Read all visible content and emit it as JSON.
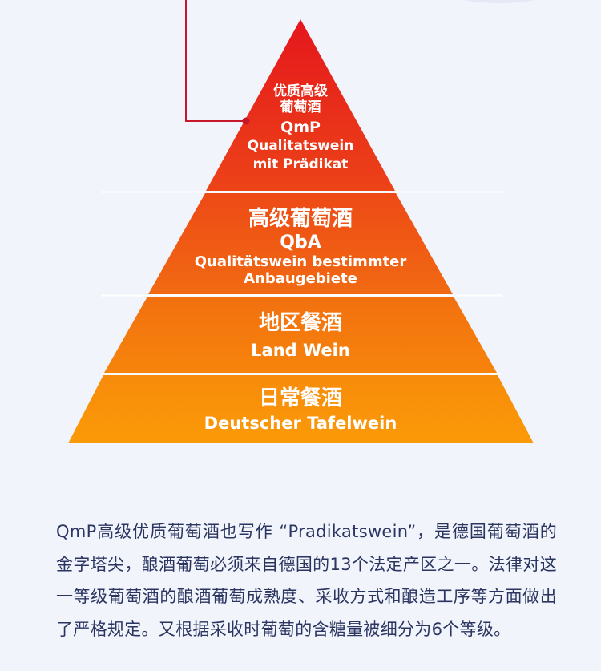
{
  "pyramid": {
    "tiers": [
      {
        "zh": "优质高级\n葡萄酒",
        "code": "QmP",
        "de": "Qualitatswein\nmit Prädikat",
        "color_top": "#e5161c",
        "color_bottom": "#ec4318"
      },
      {
        "zh": "高级葡萄酒",
        "code": "QbA",
        "de": "Qualitätswein bestimmter\nAnbaugebiete",
        "color_top": "#ee4a16",
        "color_bottom": "#f16a12"
      },
      {
        "zh": "地区餐酒",
        "de": "Land Wein",
        "color_top": "#f2700f",
        "color_bottom": "#f6840c"
      },
      {
        "zh": "日常餐酒",
        "de": "Deutscher Tafelwein",
        "color_top": "#f78b0a",
        "color_bottom": "#fb9a08"
      }
    ],
    "connector_color": "#c8162a"
  },
  "paragraph": "QmP高级优质葡萄酒也写作 “Pradikatswein”，是德国葡萄酒的金字塔尖，酿酒葡萄必须来自德国的13个法定产区之一。法律对这一等级葡萄酒的酿酒葡萄成熟度、采收方式和酿造工序等方面做出了严格规定。又根据采收时葡萄的含糖量被细分为6个等级。",
  "colors": {
    "background": "#f2f4fc",
    "text": "#2a3560"
  }
}
